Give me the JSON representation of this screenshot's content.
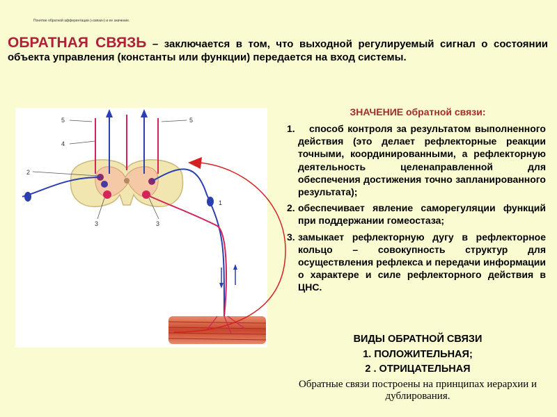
{
  "header": {
    "small_title": "Понятие обратной афферентации («связи») и ее значение."
  },
  "intro": {
    "term": "ОБРАТНАЯ СВЯЗЬ",
    "definition": " – заключается в том, что выходной регулируемый сигнал о состоянии объекта управления (константы или функции) передается на вход системы."
  },
  "diagram": {
    "labels": [
      "5",
      "5",
      "4",
      "2",
      "1",
      "3",
      "3"
    ]
  },
  "meaning": {
    "title": "ЗНАЧЕНИЕ обратной связи:",
    "items": [
      {
        "num": "1.",
        "text": "способ контроля за результатом выполненного действия (это делает рефлекторные реакции точными, координированными, а рефлекторную деятельность целенаправленной для обеспечения достижения точно запланированного результата);"
      },
      {
        "num": "2.",
        "text": "обеспечивает явление саморегуляции функций при поддержании гомеостаза;"
      },
      {
        "num": "3.",
        "text": "замыкает рефлекторную дугу в рефлекторное кольцо – совокупность структур для осуществления рефлекса и передачи информации о характере и силе рефлекторного действия в ЦНС."
      }
    ]
  },
  "types": {
    "title": "ВИДЫ ОБРАТНОЙ СВЯЗИ",
    "items": [
      "1. ПОЛОЖИТЕЛЬНАЯ;",
      "2 . ОТРИЦАТЕЛЬНАЯ"
    ]
  },
  "footer": {
    "text": "Обратные связи построены на принципах иерархии и дублирования."
  },
  "colors": {
    "background": "#fbfbd2",
    "accent_red": "#b0203a",
    "nerve_blue": "#2a3fb0",
    "nerve_red": "#d2265a"
  }
}
